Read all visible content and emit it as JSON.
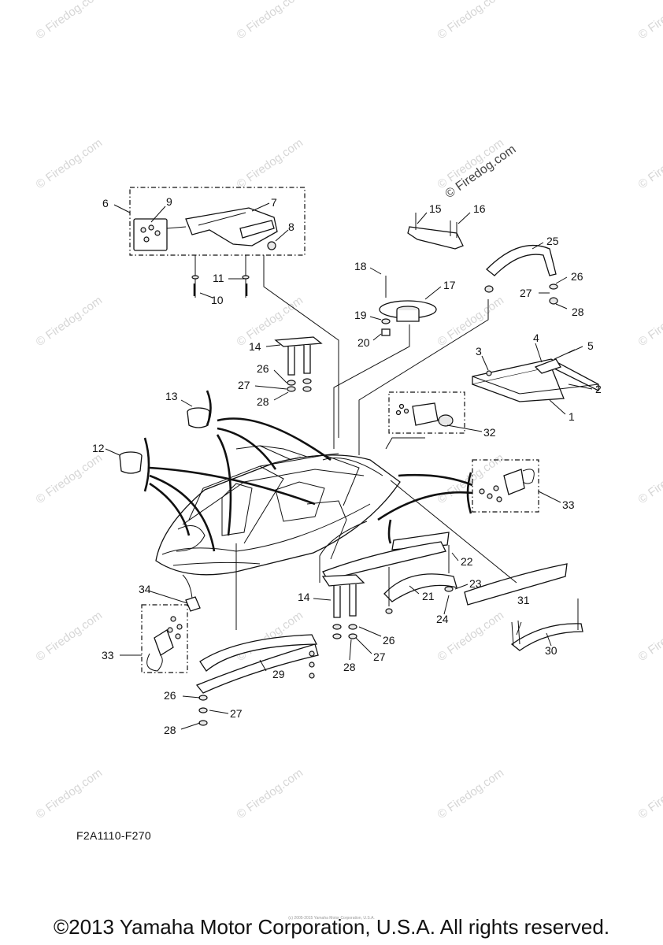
{
  "diagram": {
    "code": "F2A1110-F270",
    "copyright": "©2013 Yamaha Motor Corporation, U.S.A. All rights reserved.",
    "fine_print": "(c) 2005-2015 Yamaha Motor Corporation, U.S.A.",
    "watermark": "© Firedog.com",
    "stamp": "© Firedog.com",
    "callouts": [
      "1",
      "2",
      "3",
      "4",
      "5",
      "6",
      "7",
      "8",
      "9",
      "10",
      "11",
      "12",
      "13",
      "14",
      "15",
      "16",
      "17",
      "18",
      "19",
      "20",
      "21",
      "22",
      "23",
      "24",
      "25",
      "26",
      "27",
      "28",
      "29",
      "30",
      "31",
      "32",
      "33",
      "34"
    ]
  }
}
